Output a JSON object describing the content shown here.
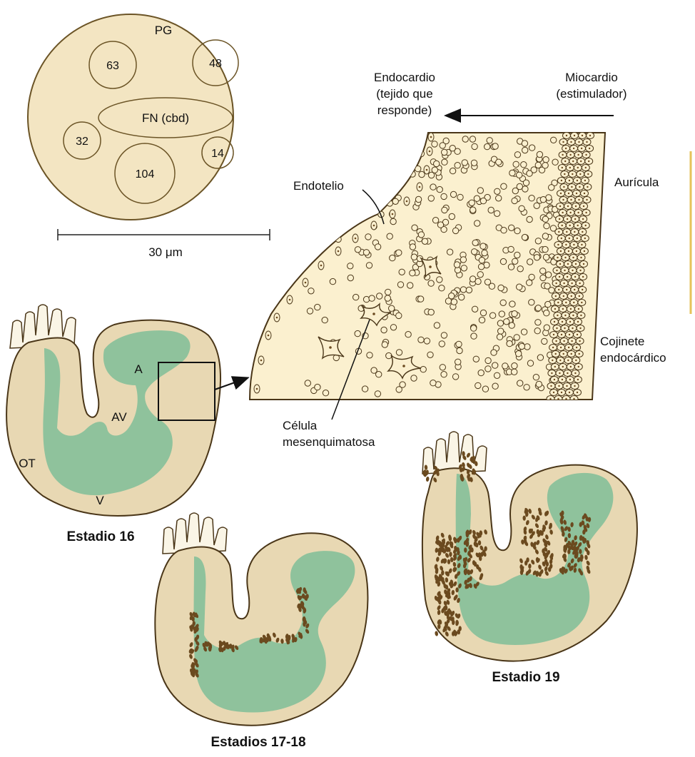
{
  "particle": {
    "top_label": "PG",
    "proteins": [
      "63",
      "48",
      "32",
      "14",
      "104"
    ],
    "center_label": "FN (cbd)",
    "scale_label": "30 μm"
  },
  "detail": {
    "responding_tissue": [
      "Endocardio",
      "(tejido que",
      "responde)"
    ],
    "inducer_tissue": [
      "Miocardio",
      "(estimulador)"
    ],
    "endothelium": "Endotelio",
    "atrium": "Aurícula",
    "cushion": [
      "Cojinete",
      "endocárdico"
    ],
    "mesenchymal_cell": [
      "Célula",
      "mesenquimatosa"
    ]
  },
  "hearts": {
    "stage16": {
      "title": "Estadio 16",
      "labels": {
        "A": "A",
        "AV": "AV",
        "OT": "OT",
        "V": "V"
      }
    },
    "stage17_18": {
      "title": "Estadios 17-18"
    },
    "stage19": {
      "title": "Estadio 19"
    }
  },
  "colors": {
    "tissue": "#e8d8b3",
    "lumen": "#8fc29c",
    "outline": "#4a3618",
    "cells": "#6b4a1f",
    "detail_fill": "#fbf0cf"
  }
}
